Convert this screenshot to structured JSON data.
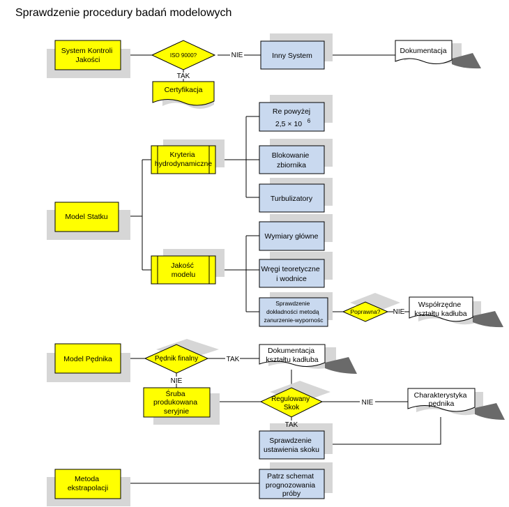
{
  "title": "Sprawdzenie procedury badań modelowych",
  "colors": {
    "yellow": "#ffff00",
    "blue": "#c9d9ef",
    "shadow": "#d6d6d6",
    "line": "#000000"
  },
  "nodes": {
    "system_kontroli": [
      "System Kontroli",
      "Jakości"
    ],
    "iso9000": [
      "ISO 9000?"
    ],
    "inny_system": [
      "Inny System"
    ],
    "dokumentacja": [
      "Dokumentacja"
    ],
    "certyfikacja": [
      "Certyfikacja"
    ],
    "re_powyzej": [
      "Re powyżej"
    ],
    "re_value": "2,5 × 10",
    "re_exp": "6",
    "kryteria": [
      "Kryteria",
      "hydrodynamiczne"
    ],
    "blokowanie": [
      "Blokowanie",
      "zbiornika"
    ],
    "turbulizatory": [
      "Turbulizatory"
    ],
    "model_statku": [
      "Model Statku"
    ],
    "wymiary": [
      "Wymiary główne"
    ],
    "jakosc": [
      "Jakość",
      "modelu"
    ],
    "wregi": [
      "Wręgi teoretyczne",
      "i wodnice"
    ],
    "sprawdzenie_dokl": [
      "Sprawdzenie",
      "dokładności metodą",
      "zanurzenie-wypornośc"
    ],
    "poprawna": [
      "Poprawna?"
    ],
    "wspolrzedne": [
      "Współrzędne",
      "kształtu kadłuba"
    ],
    "model_pednika": [
      "Model Pędnika"
    ],
    "pednik_finalny": [
      "Pędnik finalny"
    ],
    "dok_ksztaltu": [
      "Dokumentacja",
      "kształtu kadłuba"
    ],
    "sruba": [
      "Śruba",
      "produkowana",
      "seryjnie"
    ],
    "regulowany": [
      "Regulowany",
      "Skok"
    ],
    "charakterystyka": [
      "Charakterystyka",
      "pędnika"
    ],
    "sprawdzenie_ust": [
      "Sprawdzenie",
      "ustawienia skoku"
    ],
    "metoda": [
      "Metoda",
      "ekstrapolacji"
    ],
    "patrz": [
      "Patrz schemat",
      "prognozowania",
      "próby"
    ]
  },
  "edge_labels": {
    "iso_nie": "NIE",
    "iso_tak": "TAK",
    "poprawna_nie": "NIE",
    "pednik_tak": "TAK",
    "pednik_nie": "NIE",
    "regulowany_nie": "NIE",
    "regulowany_tak": "TAK"
  }
}
